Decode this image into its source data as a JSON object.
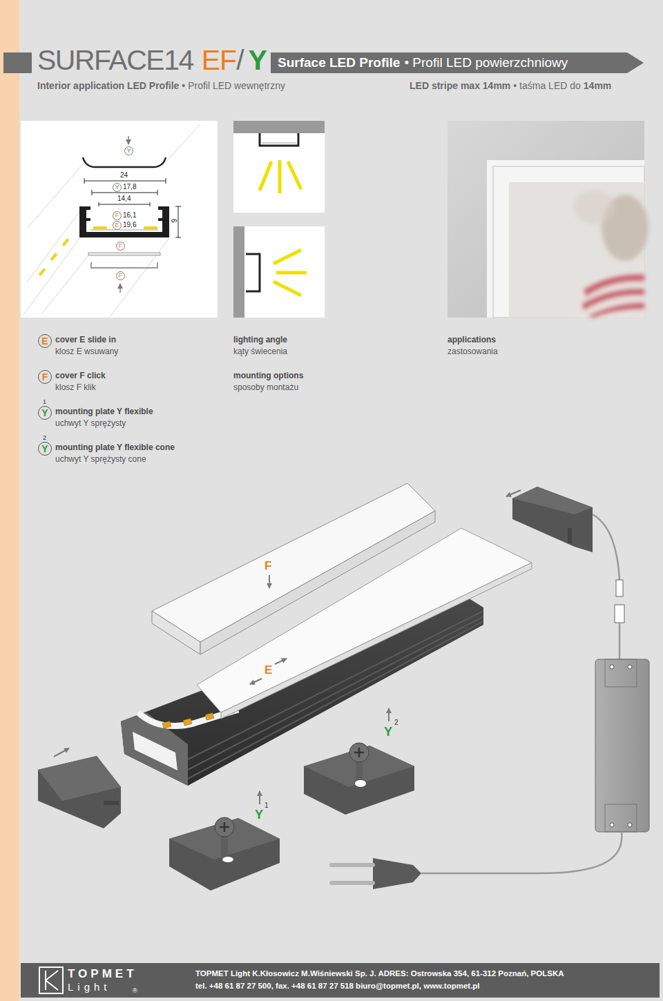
{
  "diagram": {
    "title": "SURFACE14",
    "nodes": [
      {
        "text": [
          "Surface LED Profile",
          "• Profil LED powierzchniowy"
        ]
      },
      {
        "text": [
          "Y"
        ]
      },
      {
        "text": [
          "Y"
        ]
      },
      {
        "text": [
          "F"
        ]
      },
      {
        "text": [
          "E"
        ]
      },
      {
        "text": [
          "F"
        ]
      },
      {
        "text": [
          "F"
        ]
      },
      {
        "text": [
          "E"
        ]
      },
      {
        "text": [
          "F"
        ]
      },
      {
        "text": [
          "Y"
        ]
      },
      {
        "text": [
          "Y"
        ]
      }
    ],
    "labels": [
      "EF",
      "/",
      "Y",
      "Interior application LED Profile",
      "• Profil LED wewnętrzny",
      "LED stripe max 14mm",
      "• taśma LED do",
      "14mm",
      "24",
      "17,8",
      "14,4",
      "16,1",
      "19,6",
      "9",
      "cover E slide in",
      "klosz E wsuwany",
      "cover F click",
      "klosz F klik",
      "1",
      "mounting plate Y flexible",
      "uchwyt Y sprężysty",
      "2",
      "mounting plate Y flexible cone",
      "uchwyt Y sprężysty cone",
      "lighting angle",
      "kąty świecenia",
      "mounting options",
      "sposoby montażu",
      "applications",
      "zastosowania",
      "F",
      "E",
      "Y",
      "2",
      "Y",
      "1",
      "TOPMET",
      "Light",
      "®",
      "TOPMET Light K.Kłosowicz M.Wiśniewski Sp. J. ADRES: Ostrowska 354, 61-312 Poznań, POLSKA",
      "tel. +48 61 87 27 500, fax. +48 61 87 27 518 biuro@topmet.pl, www.topmet.pl"
    ]
  }
}
